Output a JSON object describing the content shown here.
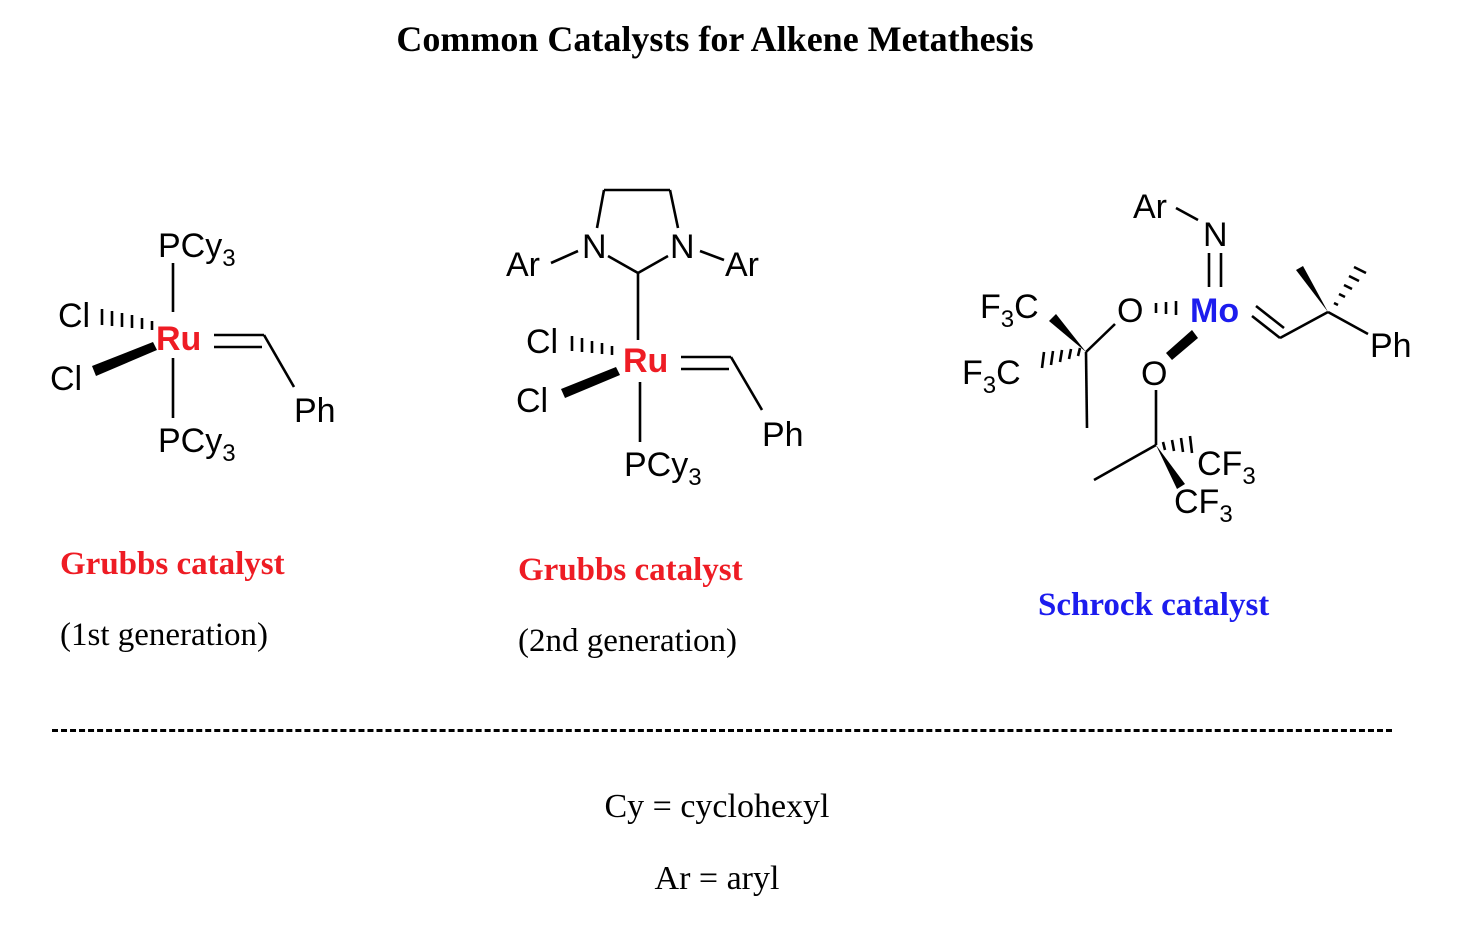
{
  "title": "Common Catalysts for Alkene Metathesis",
  "colors": {
    "grubbs": "#ee1c24",
    "schrock": "#1c1cee",
    "text": "#000000"
  },
  "structures": {
    "grubbs1": {
      "metal": "Ru",
      "ligand_top": "PCy",
      "ligand_bottom": "PCy",
      "sub": "3",
      "cl_top": "Cl",
      "cl_bottom": "Cl",
      "phenyl": "Ph"
    },
    "grubbs2": {
      "metal": "Ru",
      "n_left": "N",
      "n_right": "N",
      "ar_left": "Ar",
      "ar_right": "Ar",
      "cl_top": "Cl",
      "cl_bottom": "Cl",
      "ligand_bottom": "PCy",
      "sub": "3",
      "phenyl": "Ph"
    },
    "schrock": {
      "metal": "Mo",
      "ar": "Ar",
      "n": "N",
      "o_left": "O",
      "o_bottom": "O",
      "f": "F",
      "c": "C",
      "cf": "CF",
      "sub": "3",
      "phenyl": "Ph"
    }
  },
  "labels": {
    "grubbs1_name": "Grubbs catalyst",
    "grubbs1_gen": "(1st generation)",
    "grubbs2_name": "Grubbs catalyst",
    "grubbs2_gen": "(2nd generation)",
    "schrock_name": "Schrock catalyst"
  },
  "footnotes": {
    "cy": "Cy = cyclohexyl",
    "ar": "Ar = aryl"
  }
}
